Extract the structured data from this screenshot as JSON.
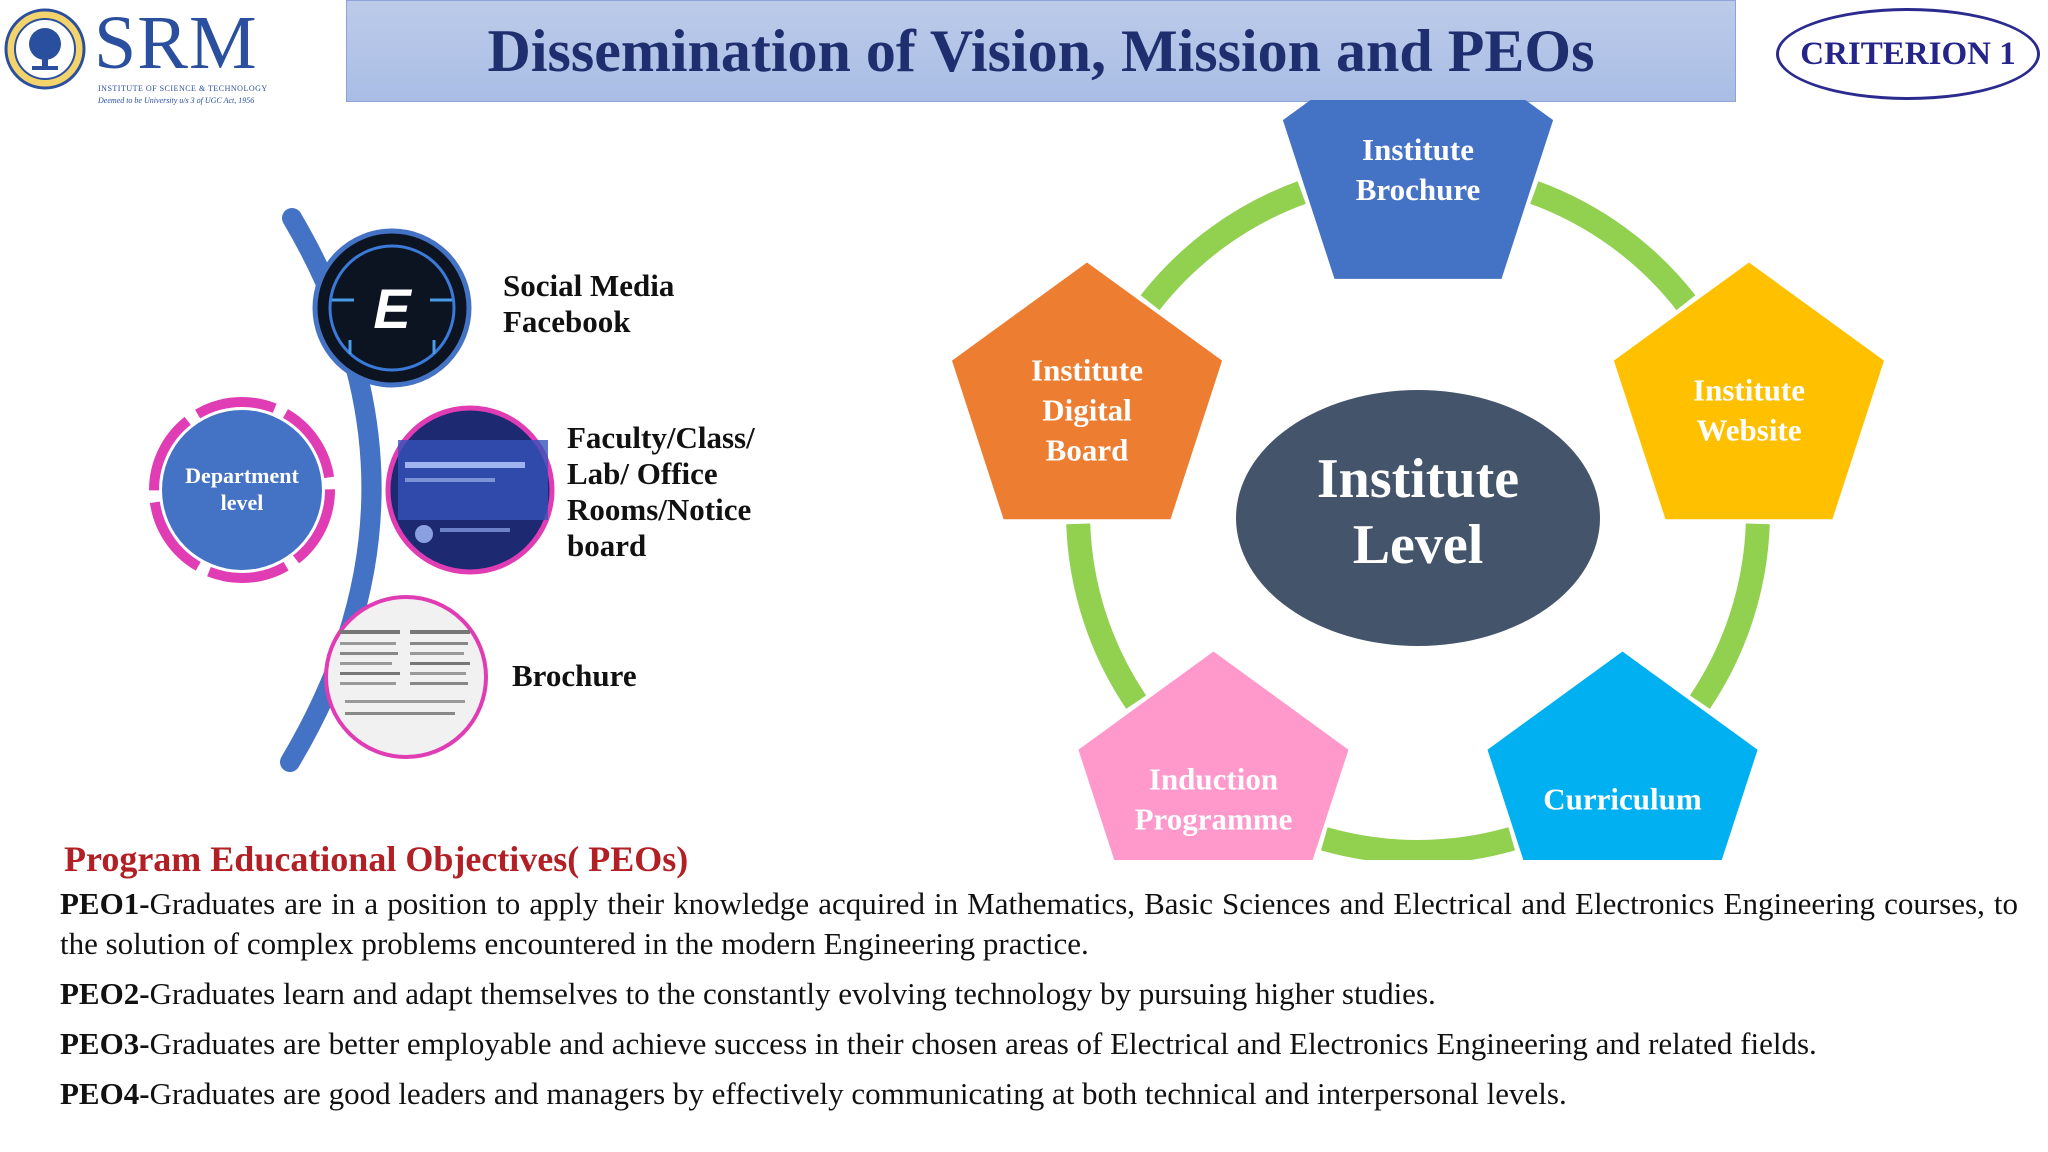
{
  "logo": {
    "wordmark": "SRM",
    "subtitle_line1": "INSTITUTE OF SCIENCE & TECHNOLOGY",
    "subtitle_line2": "Deemed to be University u/s 3 of UGC Act, 1956"
  },
  "header": {
    "title": "Dissemination of Vision, Mission and PEOs",
    "criterion": "CRITERION 1"
  },
  "department": {
    "center_line1": "Department",
    "center_line2": "level",
    "channels": [
      {
        "lines": [
          "Social Media",
          "Facebook"
        ],
        "icon": "e3a-association-logo"
      },
      {
        "lines": [
          "Faculty/Class/",
          "Lab/ Office",
          "Rooms/Notice",
          "board"
        ],
        "icon": "digital-screen-photo"
      },
      {
        "lines": [
          "Brochure"
        ],
        "icon": "brochure-page-photo"
      }
    ]
  },
  "institute": {
    "center_line1": "Institute",
    "center_line2": "Level",
    "nodes": [
      {
        "lines": [
          "Institute",
          "Brochure"
        ],
        "color": "#4472c4"
      },
      {
        "lines": [
          "Institute",
          "Website"
        ],
        "color": "#ffc000"
      },
      {
        "lines": [
          "Curriculum"
        ],
        "color": "#00b0f0"
      },
      {
        "lines": [
          "Induction",
          "Programme"
        ],
        "color": "#ff99cc"
      },
      {
        "lines": [
          "Institute",
          "Digital",
          "Board"
        ],
        "color": "#ed7d31"
      }
    ],
    "connector_color": "#92d050",
    "center_color": "#44546a"
  },
  "peos": {
    "heading": "Program Educational Objectives( PEOs)",
    "items": [
      {
        "code": "PEO1-",
        "text": "Graduates are in a position to apply their knowledge acquired in Mathematics, Basic Sciences and Electrical and Electronics Engineering courses, to the solution of complex problems encountered in the modern Engineering practice."
      },
      {
        "code": "PEO2-",
        "text": "Graduates learn and adapt themselves to the constantly evolving technology by pursuing higher studies."
      },
      {
        "code": "PEO3-",
        "text": "Graduates are better employable and achieve success in their chosen areas of Electrical and Electronics Engineering and related fields."
      },
      {
        "code": "PEO4-",
        "text": "Graduates are good leaders and managers by effectively communicating at both technical and interpersonal levels."
      }
    ]
  }
}
